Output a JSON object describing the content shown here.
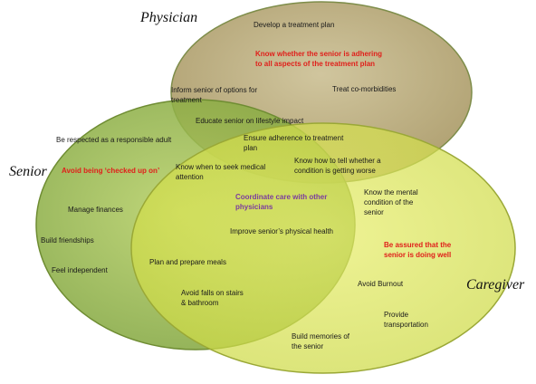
{
  "roles": {
    "physician": "Physician",
    "senior": "Senior",
    "caregiver": "Caregiver"
  },
  "colors": {
    "physician_fill": "#a89763",
    "physician_stroke": "#7e8d4a",
    "senior_fill": "#88ad3d",
    "senior_stroke": "#6e8c32",
    "caregiver_fill": "#d5df4d",
    "caregiver_stroke": "#9aa836",
    "highlight_red": "#e0201b",
    "highlight_purple": "#7b3c9e"
  },
  "items": {
    "develop_plan": [
      "Develop a treatment plan"
    ],
    "know_adhering": [
      "Know whether the senior is adhering",
      "to all aspects of the treatment plan"
    ],
    "treat_comorbidities": [
      "Treat co-morbidities"
    ],
    "inform_options": [
      "Inform senior of options for",
      "treatment"
    ],
    "educate_lifestyle": [
      "Educate senior on lifestyle impact"
    ],
    "ensure_adherence": [
      "Ensure adherence to treatment",
      "plan"
    ],
    "be_respected": [
      "Be respected as a responsible adult"
    ],
    "avoid_checked": [
      "Avoid being ‘checked up on’"
    ],
    "know_when_seek": [
      "Know when to seek medical",
      "attention"
    ],
    "know_worse": [
      "Know how to tell whether a",
      "condition is getting worse"
    ],
    "know_mental": [
      "Know the mental",
      "condition of the",
      "senior"
    ],
    "coordinate_care": [
      "Coordinate care with other",
      "physicians"
    ],
    "manage_finances": [
      "Manage finances"
    ],
    "improve_health": [
      "Improve senior’s physical health"
    ],
    "build_friendships": [
      "Build friendships"
    ],
    "be_assured": [
      "Be assured that the",
      "senior is doing well"
    ],
    "feel_independent": [
      "Feel independent"
    ],
    "plan_meals": [
      "Plan and prepare meals"
    ],
    "avoid_burnout": [
      "Avoid Burnout"
    ],
    "avoid_falls": [
      "Avoid falls on stairs",
      "& bathroom"
    ],
    "provide_transport": [
      "Provide",
      "transportation"
    ],
    "build_memories": [
      "Build memories of",
      "the senior"
    ]
  }
}
